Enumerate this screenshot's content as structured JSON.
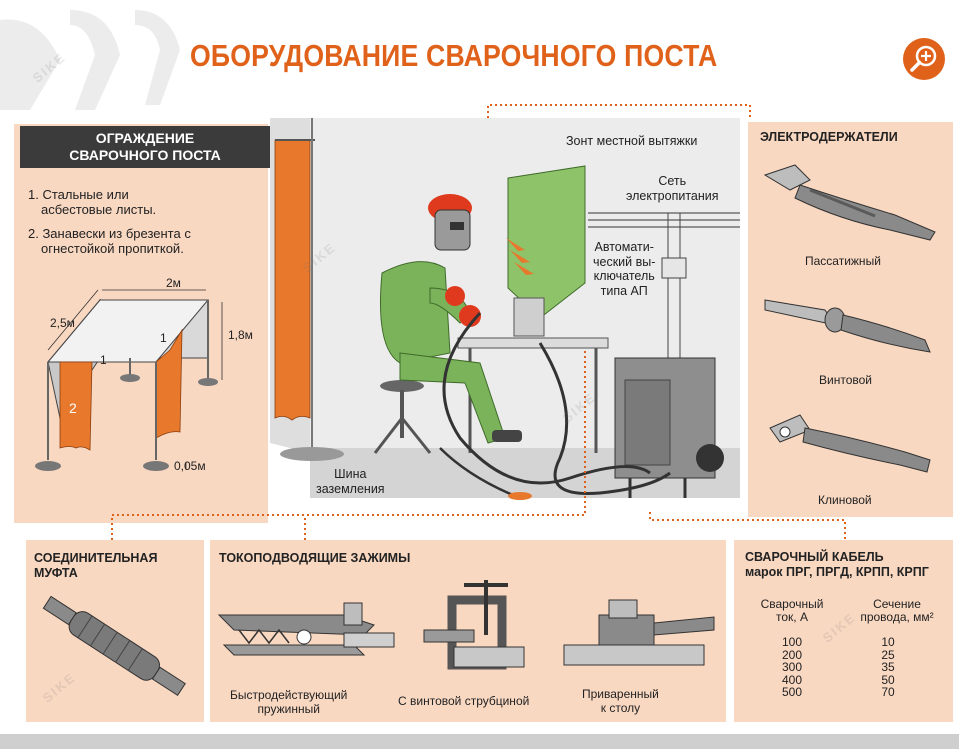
{
  "title": "ОБОРУДОВАНИЕ СВАРОЧНОГО ПОСТА",
  "zoom_icon": "zoom-in-icon",
  "watermark": "SIKE",
  "colors": {
    "accent": "#e0621a",
    "panel": "#f9d8c2",
    "dark": "#3b3b3b",
    "curtain": "#e8782c",
    "suit": "#7bb35a",
    "helmet": "#e03a1e"
  },
  "fencing": {
    "heading": [
      "ОГРАЖДЕНИЕ",
      "СВАРОЧНОГО ПОСТА"
    ],
    "items": [
      "1. Стальные или",
      "асбестовые листы.",
      "2. Занавески из брезента с",
      "огнестойкой пропиткой."
    ],
    "dims": {
      "width": "2м",
      "depth": "2,5м",
      "height": "1,8м",
      "gap": "0,05м",
      "label1": "1",
      "label2": "2"
    }
  },
  "station": {
    "hood": "Зонт местной вытяжки",
    "network": [
      "Сеть",
      "электропитания"
    ],
    "breaker": [
      "Автомати-",
      "ческий вы-",
      "ключатель",
      "типа АП"
    ],
    "ground": [
      "Шина",
      "заземления"
    ]
  },
  "holders": {
    "heading": "ЭЛЕКТРОДЕРЖАТЕЛИ",
    "items": [
      "Пассатижный",
      "Винтовой",
      "Клиновой"
    ]
  },
  "coupling": {
    "heading": [
      "СОЕДИНИТЕЛЬНАЯ",
      "МУФТА"
    ]
  },
  "clamps": {
    "heading": "ТОКОПОДВОДЯЩИЕ ЗАЖИМЫ",
    "items": [
      [
        "Быстродействующий",
        "пружинный"
      ],
      [
        "С винтовой струбциной"
      ],
      [
        "Приваренный",
        "к столу"
      ]
    ]
  },
  "cable": {
    "heading": [
      "СВАРОЧНЫЙ КАБЕЛЬ",
      "марок ПРГ, ПРГД, КРПП, КРПГ"
    ],
    "col1": [
      "Сварочный",
      "ток, А"
    ],
    "col2": [
      "Сечение",
      "провода, мм²"
    ],
    "rows": [
      [
        "100",
        "10"
      ],
      [
        "200",
        "25"
      ],
      [
        "300",
        "35"
      ],
      [
        "400",
        "50"
      ],
      [
        "500",
        "70"
      ]
    ]
  }
}
